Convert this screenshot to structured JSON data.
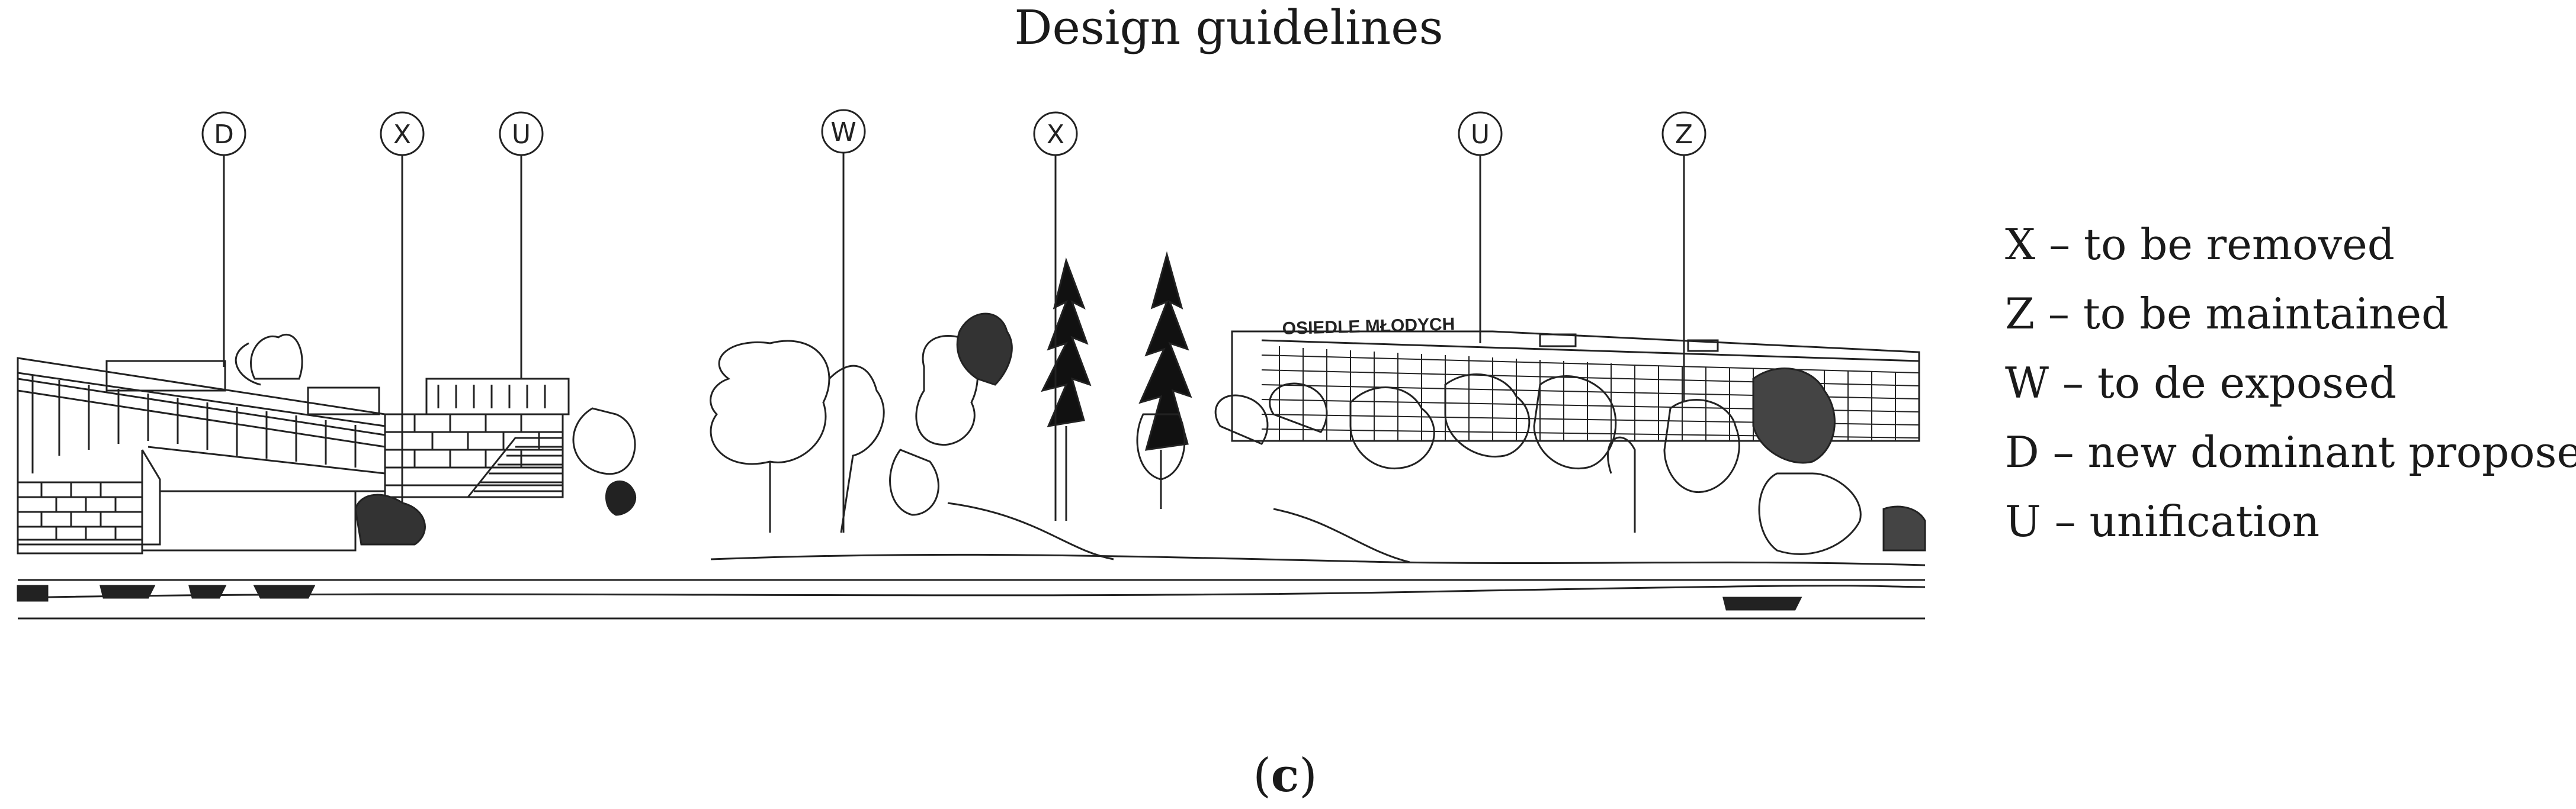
{
  "title": "Design guidelines",
  "caption": {
    "open": "(",
    "letter": "c",
    "close": ")"
  },
  "building_sign": "OSIEDLE MŁODYCH",
  "markers": [
    {
      "id": "D"
    },
    {
      "id": "X"
    },
    {
      "id": "U"
    },
    {
      "id": "W"
    },
    {
      "id": "X"
    },
    {
      "id": "U"
    },
    {
      "id": "Z"
    }
  ],
  "legend": [
    {
      "text": "X – to be removed"
    },
    {
      "text": "Z – to be maintained"
    },
    {
      "text": "W – to de exposed"
    },
    {
      "text": "D – new dominant proposed"
    },
    {
      "text": "U – unification"
    }
  ]
}
